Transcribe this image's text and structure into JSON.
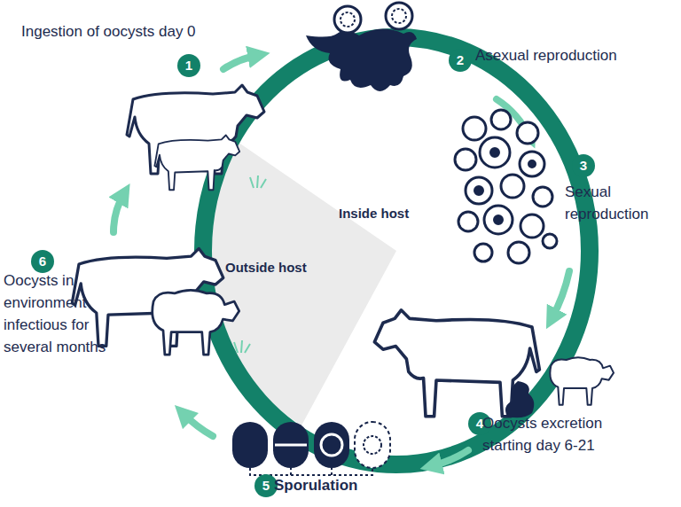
{
  "diagram": {
    "nodes": [
      {
        "text": [
          "1",
          "Ingestion of oocysts day 0"
        ]
      },
      {
        "text": [
          "2",
          "Asexual reproduction"
        ]
      },
      {
        "text": [
          "3",
          "Sexual reproduction"
        ]
      },
      {
        "text": [
          "4",
          "Oocysts excretion starting day 6-21"
        ]
      },
      {
        "text": [
          "5",
          "Sporulation"
        ]
      },
      {
        "text": [
          "6",
          "Oocysts in environment infectious for several months"
        ]
      }
    ],
    "edges": [],
    "labels": [
      "Inside host",
      "Outside host"
    ]
  }
}
